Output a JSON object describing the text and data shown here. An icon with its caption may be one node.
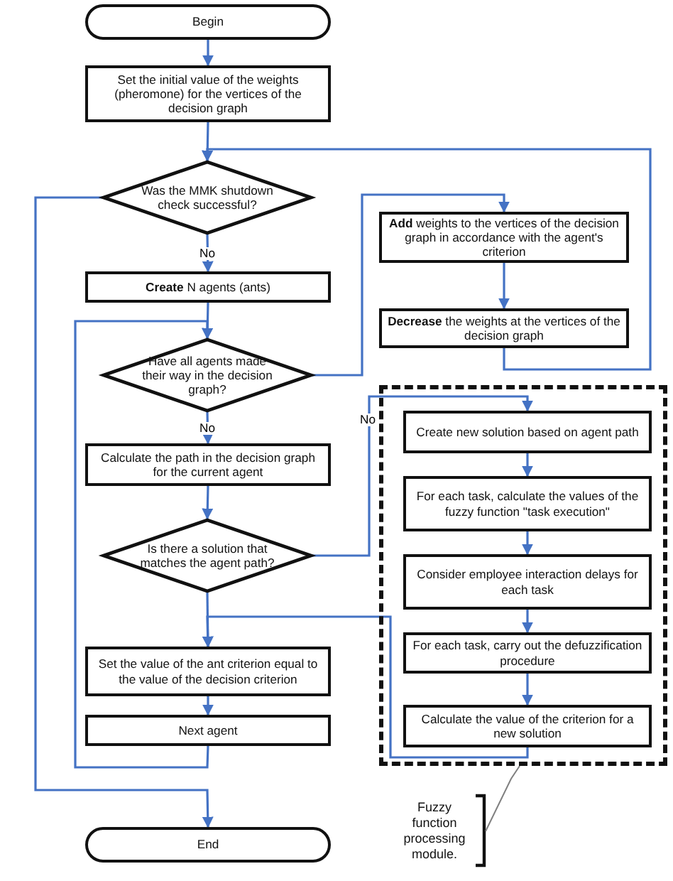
{
  "diagram": {
    "nodes": [
      {
        "text": [
          "Begin"
        ]
      },
      {
        "text": [
          "Set the initial value of the weights (pheromone) for the vertices of the decision graph"
        ]
      },
      {
        "text": [
          "Was the MMK shutdown check successful?"
        ]
      },
      {
        "text": [
          "**Create** N agents (ants)"
        ]
      },
      {
        "text": [
          "Have all agents made their way in the decision graph?"
        ]
      },
      {
        "text": [
          "Calculate the path in the decision graph for the current agent"
        ]
      },
      {
        "text": [
          "Is there a solution that matches the agent path?"
        ]
      },
      {
        "text": [
          "Set the value of the ant criterion equal to the value of the decision criterion"
        ]
      },
      {
        "text": [
          "Next agent"
        ]
      },
      {
        "text": [
          "End"
        ]
      },
      {
        "text": [
          "**Add** weights to the vertices of the decision graph in accordance with the agent's criterion"
        ]
      },
      {
        "text": [
          "**Decrease** the weights at the vertices of the decision graph"
        ]
      },
      {
        "text": [],
        "shape": "box"
      },
      {
        "text": [
          "Create new solution based on agent path"
        ],
        "in": 12
      },
      {
        "text": [
          "For each task, calculate the values of the fuzzy function \"task execution\""
        ],
        "in": 12
      },
      {
        "text": [
          "Consider employee interaction delays for each task"
        ],
        "in": 12
      },
      {
        "text": [
          "For each task, carry out the defuzzification procedure"
        ],
        "in": 12
      },
      {
        "text": [
          "Calculate the value of the criterion for a new solution"
        ],
        "in": 12
      },
      {
        "text": [
          "Fuzzy function processing module."
        ]
      }
    ],
    "edges": [
      {
        "from": 0,
        "to": 1,
        "arrow": "to"
      },
      {
        "from": 1,
        "to": 2,
        "arrow": "to"
      },
      {
        "from": 2,
        "to": 3,
        "arrow": "to",
        "label": "No"
      },
      {
        "from": 3,
        "to": 4,
        "arrow": "to"
      },
      {
        "from": 4,
        "to": 5,
        "arrow": "to",
        "label": "No"
      },
      {
        "from": 5,
        "to": 6,
        "arrow": "to"
      },
      {
        "from": 6,
        "to": 7,
        "arrow": "to"
      },
      {
        "from": 7,
        "to": 8,
        "arrow": "to"
      },
      {
        "from": 8,
        "to": 4,
        "arrow": "to"
      },
      {
        "from": 2,
        "to": 9,
        "arrow": "to"
      },
      {
        "from": 4,
        "to": 10,
        "arrow": "to"
      },
      {
        "from": 10,
        "to": 11,
        "arrow": "to"
      },
      {
        "from": 11,
        "to": 2,
        "arrow": "to"
      },
      {
        "from": 6,
        "to": 13,
        "arrow": "to",
        "label": "No"
      },
      {
        "from": 13,
        "to": 14,
        "arrow": "to"
      },
      {
        "from": 14,
        "to": 15,
        "arrow": "to"
      },
      {
        "from": 15,
        "to": 16,
        "arrow": "to"
      },
      {
        "from": 16,
        "to": 17,
        "arrow": "to"
      },
      {
        "from": 17,
        "to": 7,
        "arrow": "to"
      },
      {
        "from": 18,
        "to": 12,
        "arrow": "none",
        "color": "#808080"
      }
    ]
  }
}
